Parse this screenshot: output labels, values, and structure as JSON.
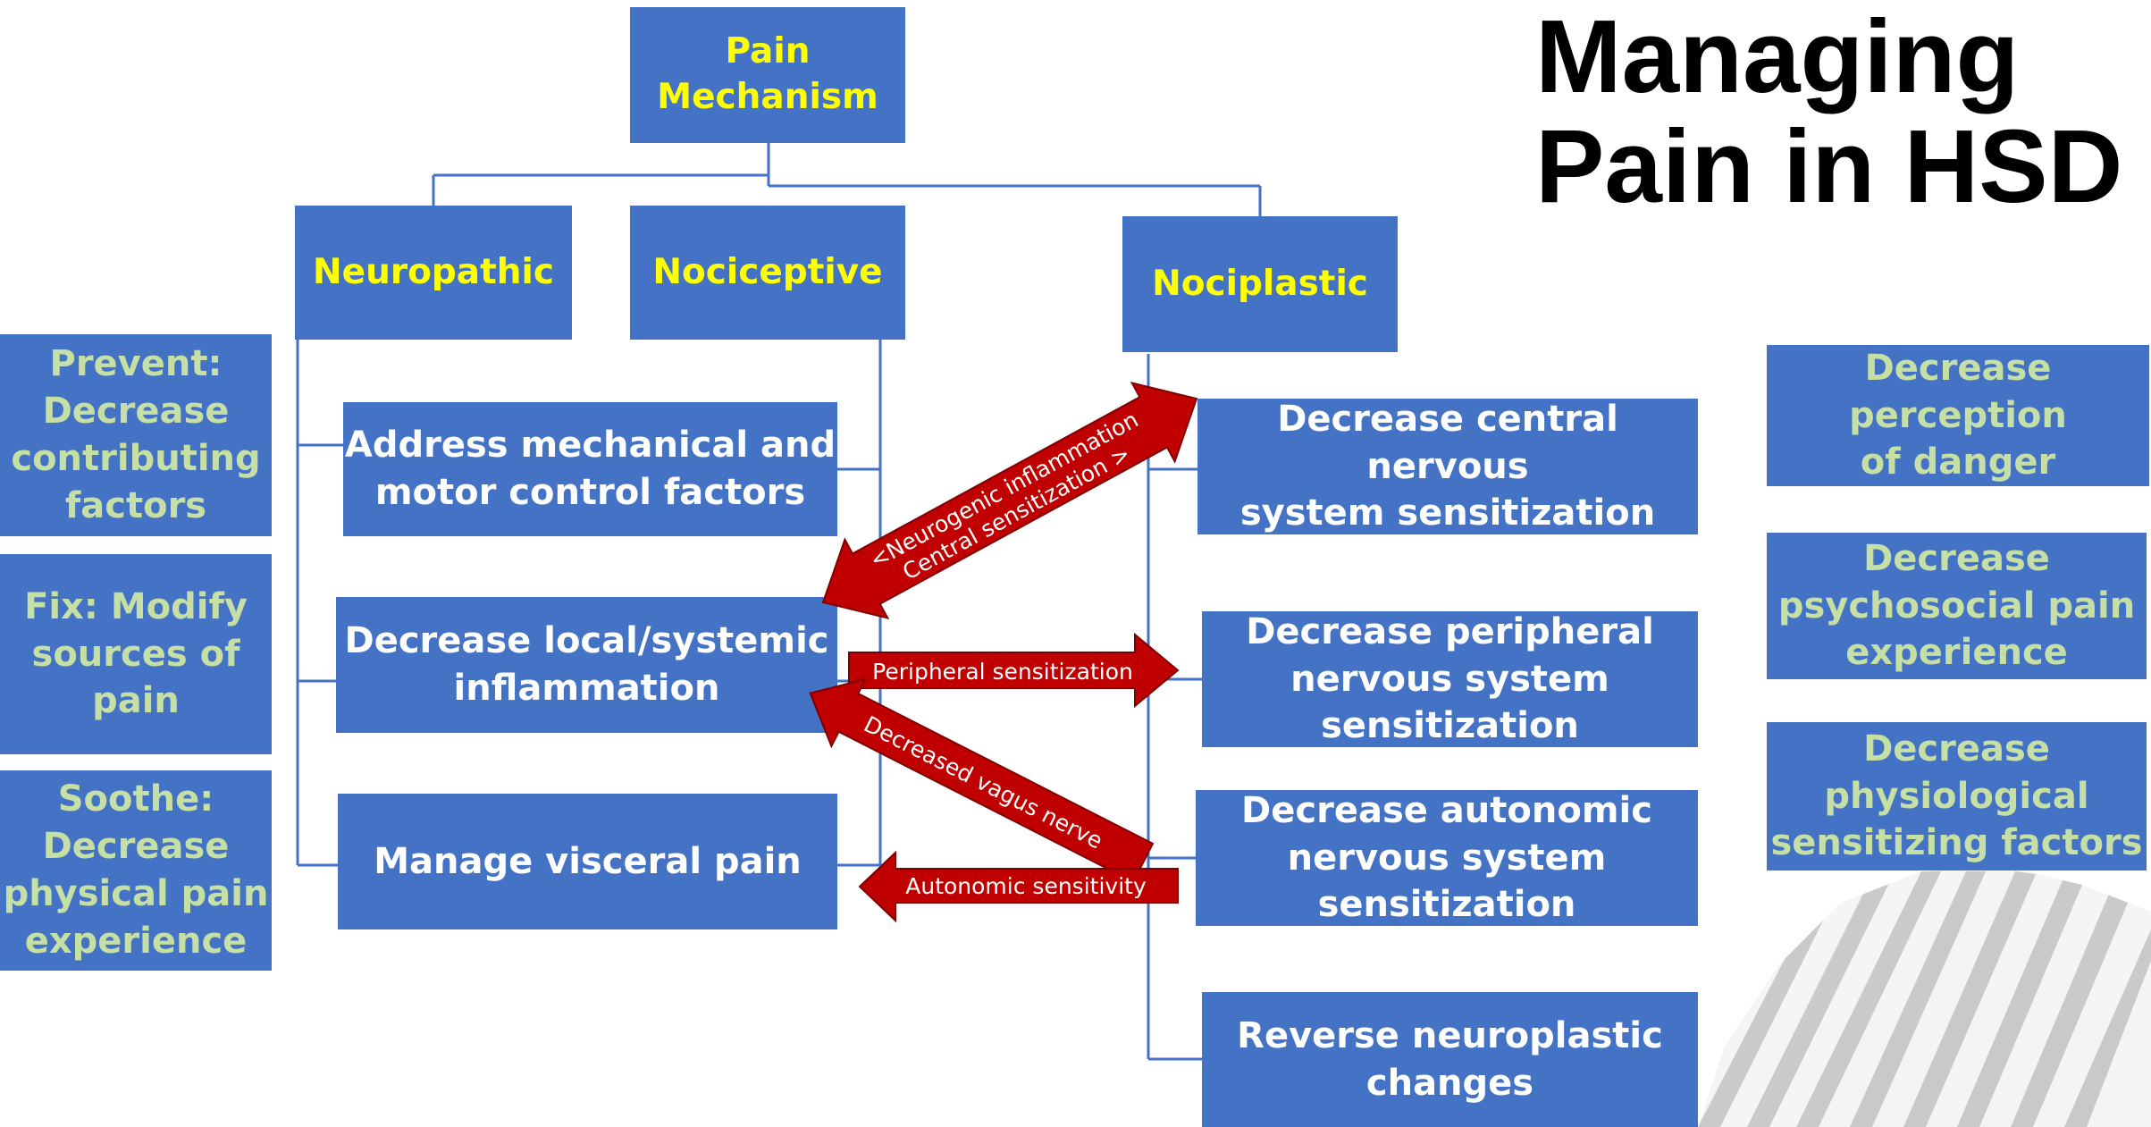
{
  "title": "Managing\nPain in HSD",
  "root": {
    "label": "Pain\nMechanism"
  },
  "mechanisms": {
    "neuropathic": "Neuropathic",
    "nociceptive": "Nociceptive",
    "nociplastic": "Nociplastic"
  },
  "left_column": [
    {
      "label": "Prevent:\nDecrease\ncontributing\nfactors"
    },
    {
      "label": "Fix: Modify\nsources of\npain"
    },
    {
      "label": "Soothe:\nDecrease\nphysical pain\nexperience"
    }
  ],
  "middle_boxes": [
    {
      "label": "Address mechanical and\nmotor control factors"
    },
    {
      "label": "Decrease local/systemic\ninflammation"
    },
    {
      "label": "Manage visceral pain"
    }
  ],
  "right_boxes": [
    {
      "label": "Decrease central nervous\nsystem sensitization"
    },
    {
      "label": "Decrease peripheral\nnervous system\nsensitization"
    },
    {
      "label": "Decrease autonomic\nnervous system\nsensitization"
    },
    {
      "label": "Reverse neuroplastic\nchanges"
    }
  ],
  "far_right_column": [
    {
      "label": "Decrease perception\nof danger"
    },
    {
      "label": "Decrease\npsychosocial pain\nexperience"
    },
    {
      "label": "Decrease\nphysiological\nsensitizing factors"
    }
  ],
  "arrows": {
    "neurogenic_line1": "<Neurogenic inflammation",
    "neurogenic_line2": "Central sensitization >",
    "peripheral": "Peripheral sensitization",
    "vagus": "Decreased vagus nerve",
    "autonomic": "Autonomic sensitivity"
  },
  "colors": {
    "box_fill": "#4472c4",
    "mechanism_text": "#ffff00",
    "strategy_text": "#c6dfa5",
    "arrow_fill": "#c00000"
  }
}
